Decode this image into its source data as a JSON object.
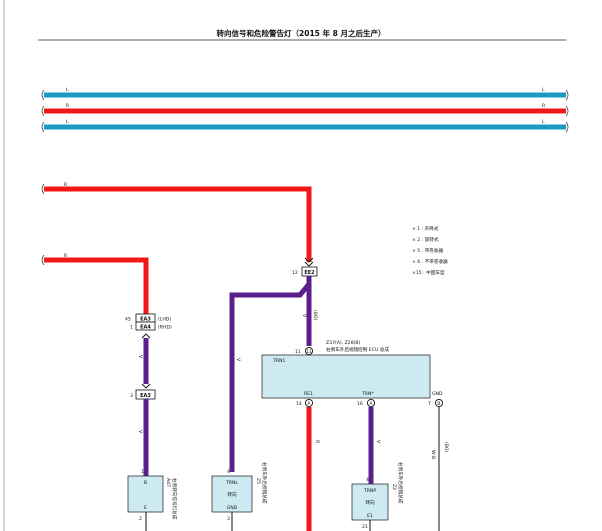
{
  "title": "转向信号和危险警告灯（2015 年 8 月之后生产）",
  "colors": {
    "blue": "#1a9bc4",
    "red": "#f01818",
    "purple": "#5a1f8c",
    "box_fill": "#cdeaf3",
    "black": "#111111"
  },
  "buses": [
    {
      "left": "L",
      "right": "L",
      "color": "blue"
    },
    {
      "left": "R",
      "right": "R",
      "color": "red"
    },
    {
      "left": "L",
      "right": "L",
      "color": "blue"
    }
  ],
  "legend": [
    "× 1 : 升降式",
    "× 2 : 旋转式",
    "× 5 : 带卷收器",
    "× 6 : 不带卷收器",
    "×15 : 中国车型"
  ],
  "wires": {
    "top_left_r": "R",
    "mid_left_r": "R",
    "w_r_right": "R",
    "w_r_left": "R",
    "w_v_mid": "V",
    "w_p_right": "V",
    "w_b": "B",
    "w_bo": "(BO)",
    "w_v_cl": "(CL)"
  },
  "connectors": {
    "e22": {
      "pin": "12",
      "name": "EE2"
    },
    "ea3_top": {
      "pin": "45",
      "name": "EA3",
      "alt_pin": "1",
      "alt_name": "EA4",
      "note1": "(LHD)",
      "note2": "(RHD)"
    },
    "ea3_bottom": {
      "pin": "3",
      "name": "EA3"
    },
    "ecu_pin_top": "11",
    "ecu_pin_l": "14",
    "ecu_pin_m": "16",
    "ecu_pin_r": "7"
  },
  "ecu": {
    "title": "Z37(A), Z28(B)",
    "subtitle": "右侧车外后视镜控制 ECU 总成",
    "terms": [
      "TRN1",
      "RE1",
      "TRN*",
      "GND"
    ]
  },
  "devices": [
    {
      "pin_top": "1",
      "label": "B",
      "sub": "E",
      "pin_bottom": "2",
      "side1": "A47",
      "side2": "右侧转向信号灯总成"
    },
    {
      "pin_top": "4",
      "label": "TRNL",
      "sub": "转向",
      "sub2": "GND",
      "pin_bottom": "3",
      "side1": "Z5",
      "side2": "右侧车外后视镜总成"
    },
    {
      "pin_top": "4",
      "label": "TRNP",
      "sub": "转向",
      "sub2": "E1",
      "pin_bottom": "21",
      "side1": "Z2",
      "side2": "右侧车外后视镜总成"
    }
  ],
  "wire_ref": "W-B",
  "bo_note": "(BO)"
}
